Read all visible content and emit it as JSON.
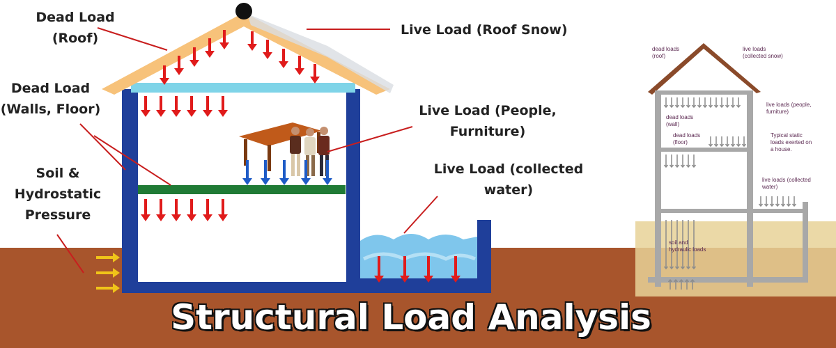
{
  "title": "Structural Load Analysis",
  "labels": {
    "dead_roof": [
      "Dead Load",
      "(Roof)"
    ],
    "dead_walls": [
      "Dead Load",
      "(Walls, Floor)"
    ],
    "soil": [
      "Soil &",
      "Hydrostatic",
      "Pressure"
    ],
    "live_snow": [
      "Live Load (Roof Snow)"
    ],
    "live_people": [
      "Live Load (People,",
      "Furniture)"
    ],
    "live_water": [
      "Live Load (collected",
      "water)"
    ]
  },
  "inset": {
    "dead_roof": [
      "dead loads",
      "(roof)"
    ],
    "live_snow": [
      "live loads",
      "(collected snow)"
    ],
    "live_people": [
      "live loads (people,",
      "furniture)"
    ],
    "dead_wall": [
      "dead loads",
      "(wall)"
    ],
    "dead_floor": [
      "dead loads",
      "(floor)"
    ],
    "caption": [
      "Typical static",
      "loads exerted on",
      "a house."
    ],
    "live_water": [
      "live loads (collected",
      "water)"
    ],
    "soil": [
      "soil and",
      "hydraulic loads"
    ]
  },
  "colors": {
    "ground": "#a8552c",
    "roof": "#f7c27a",
    "wall": "#1f3f9a",
    "dead_arrow": "#e01b1b",
    "live_arrow": "#1e5bc6",
    "soil_arrow": "#f0c419",
    "floor_beam": "#1f7a35",
    "ceiling": "#7fd4e8",
    "water": "#7fc6ec",
    "leader": "#c81e1e"
  }
}
